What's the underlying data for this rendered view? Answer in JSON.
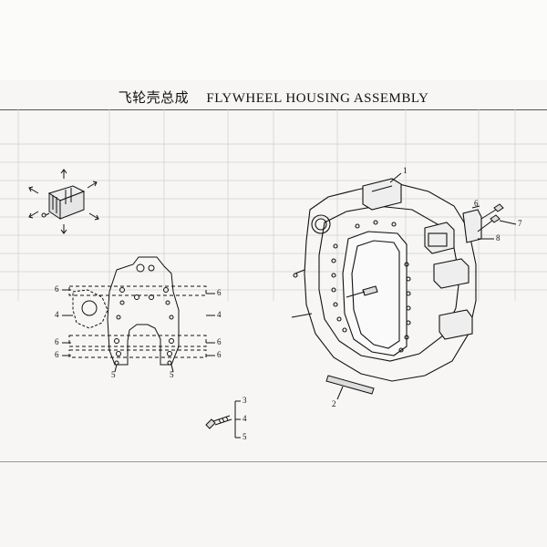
{
  "header": {
    "title_cn": "飞轮壳总成",
    "title_en": "FLYWHEEL HOUSING ASSEMBLY"
  },
  "callouts": {
    "main_1": "1",
    "main_2": "2",
    "main_6": "6",
    "main_7": "7",
    "main_8": "8",
    "left_6a": "6",
    "left_4": "4",
    "left_6b": "6",
    "left_6c": "6",
    "left_5": "5",
    "right_6a": "6",
    "right_4": "4",
    "right_6b": "6",
    "right_6c": "6",
    "right_5": "5",
    "bolt_3": "3",
    "bolt_4": "4",
    "bolt_5": "5"
  },
  "colors": {
    "ink": "#111111",
    "paper": "#f7f6f4",
    "faint_table": "#c9c9c9"
  }
}
